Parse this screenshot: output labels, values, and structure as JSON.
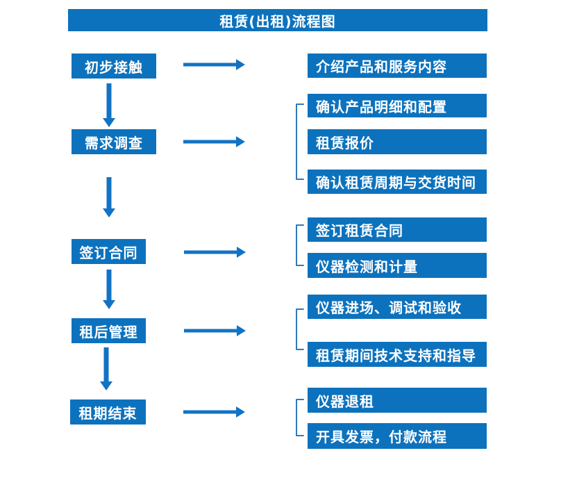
{
  "title": "租赁(出租)流程图",
  "colors": {
    "box_blue": "#0d72bd",
    "arrow_blue": "#1173c4",
    "bracket_blue": "#2e79bd",
    "text_white": "#ffffff",
    "background": "#ffffff"
  },
  "steps": [
    {
      "label": "初步接触",
      "outputs": [
        "介绍产品和服务内容"
      ]
    },
    {
      "label": "需求调查",
      "outputs": [
        "确认产品明细和配置",
        "租赁报价",
        "确认租赁周期与交货时间"
      ]
    },
    {
      "label": "签订合同",
      "outputs": [
        "签订租赁合同",
        "仪器检测和计量"
      ]
    },
    {
      "label": "租后管理",
      "outputs": [
        "仪器进场、调试和验收",
        "租赁期间技术支持和指导"
      ]
    },
    {
      "label": "租期结束",
      "outputs": [
        "仪器退租",
        "开具发票，付款流程"
      ]
    }
  ]
}
